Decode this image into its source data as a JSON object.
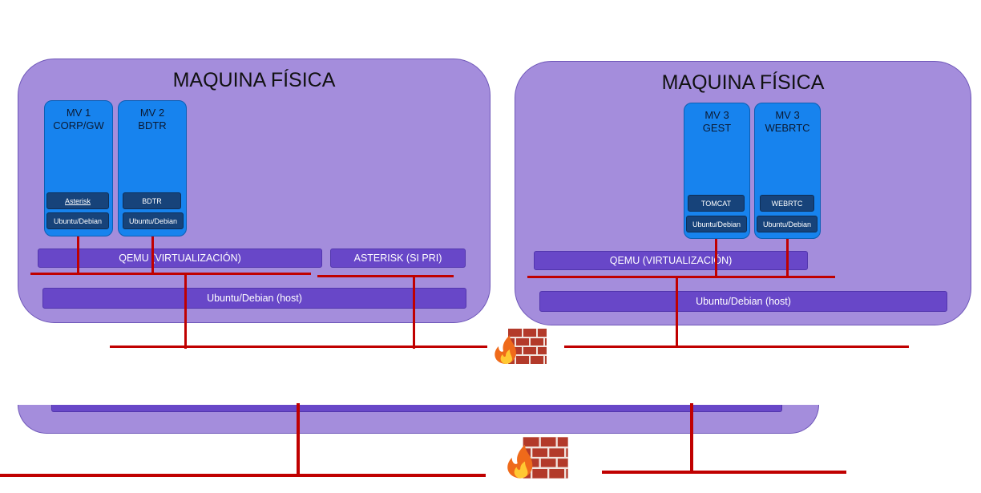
{
  "hosts": [
    {
      "title": "MAQUINA FÍSICA",
      "vms": [
        {
          "line1": "MV 1",
          "line2": "CORP/GW",
          "service": "Asterisk",
          "os": "Ubuntu/Debian"
        },
        {
          "line1": "MV 2",
          "line2": "BDTR",
          "service": "BDTR",
          "os": "Ubuntu/Debian"
        }
      ],
      "qemu": "QEMU (VIRTUALIZACIÓN)",
      "asterisk_bar": "ASTERISK (SI PRI)",
      "host_os": "Ubuntu/Debian (host)"
    },
    {
      "title": "MAQUINA FÍSICA",
      "vms": [
        {
          "line1": "MV 3",
          "line2": "GEST",
          "service": "TOMCAT",
          "os": "Ubuntu/Debian"
        },
        {
          "line1": "MV 3",
          "line2": "WEBRTC",
          "service": "WEBRTC",
          "os": "Ubuntu/Debian"
        }
      ],
      "qemu": "QEMU (VIRTUALIZACIÓN)",
      "host_os": "Ubuntu/Debian (host)"
    }
  ],
  "icons": [
    "firewall-icon",
    "firewall-icon"
  ],
  "colors": {
    "host_fill": "#a48ddc",
    "vm_fill": "#1783ee",
    "service_fill": "#17437a",
    "bar_fill": "#6847c8",
    "network_line": "#c00000"
  }
}
